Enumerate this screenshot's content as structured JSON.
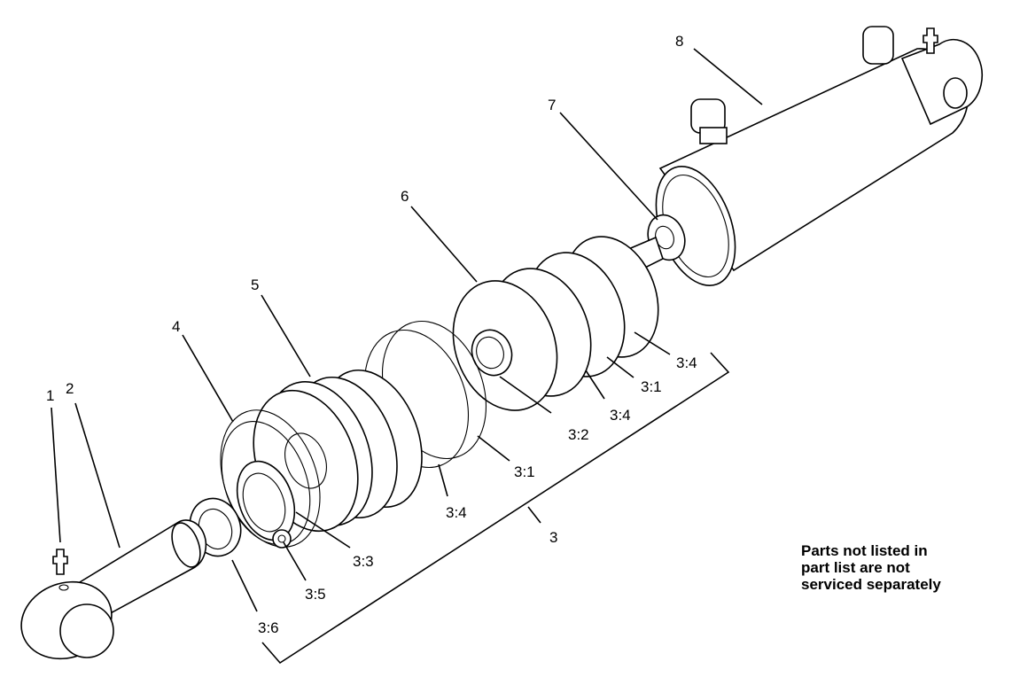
{
  "callouts": {
    "c1": "1",
    "c2": "2",
    "c3": "3",
    "c3_1a": "3:1",
    "c3_1b": "3:1",
    "c3_2": "3:2",
    "c3_3": "3:3",
    "c3_4a": "3:4",
    "c3_4b": "3:4",
    "c3_4c": "3:4",
    "c3_5": "3:5",
    "c3_6": "3:6",
    "c4": "4",
    "c5": "5",
    "c6": "6",
    "c7": "7",
    "c8": "8"
  },
  "note": {
    "line1": "Parts not listed in",
    "line2": "part list are not",
    "line3": "serviced separately"
  }
}
